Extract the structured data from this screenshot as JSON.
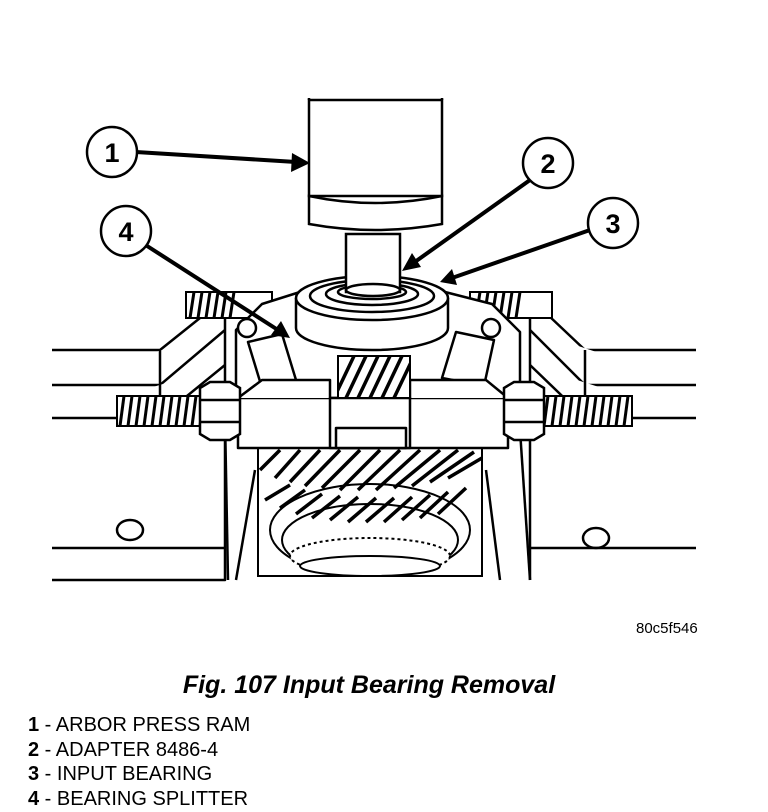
{
  "figure": {
    "code": "80c5f546",
    "caption": "Fig. 107 Input Bearing Removal"
  },
  "callouts": [
    {
      "number": "1",
      "label": "ARBOR PRESS RAM"
    },
    {
      "number": "2",
      "label": "ADAPTER 8486-4"
    },
    {
      "number": "3",
      "label": "INPUT BEARING"
    },
    {
      "number": "4",
      "label": "BEARING SPLITTER"
    }
  ],
  "legend_separator": " - "
}
